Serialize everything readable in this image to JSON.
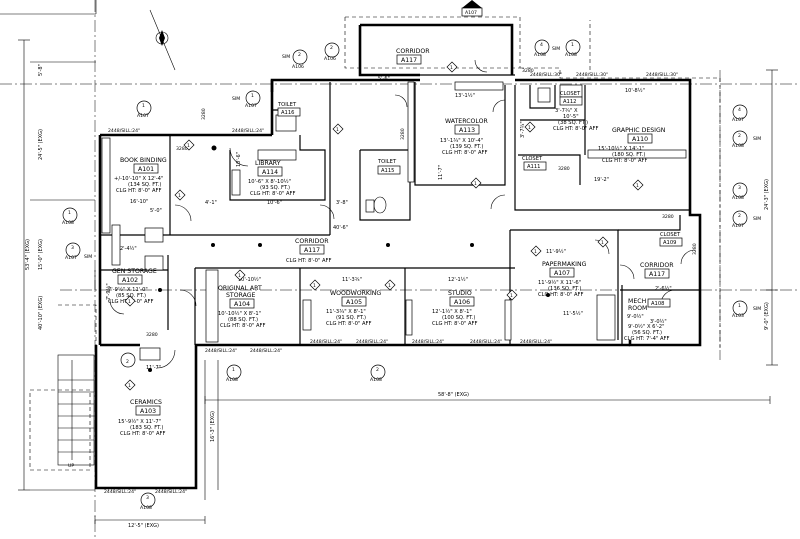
{
  "rooms": [
    {
      "id": "corridor-top",
      "name": "CORRIDOR",
      "num": "A117"
    },
    {
      "id": "book-binding",
      "name": "BOOK BINDING",
      "num": "A101",
      "lines": [
        "+/-10'-10\" X 12'-4\"",
        "(134 SQ. FT.)",
        "CLG HT: 8'-0\" AFF"
      ]
    },
    {
      "id": "library",
      "name": "LIBRARY",
      "num": "A114",
      "lines": [
        "10'-6\" X 8'-10½\"",
        "(93 SQ. FT.)",
        "CLG HT: 8'-0\" AFF"
      ]
    },
    {
      "id": "toilet-1",
      "name": "TOILET",
      "num": "A116"
    },
    {
      "id": "toilet-2",
      "name": "TOILET",
      "num": "A115"
    },
    {
      "id": "watercolor",
      "name": "WATERCOLOR",
      "num": "A113",
      "lines": [
        "13'-1¾\" X 10'-4\"",
        "(139 SQ. FT.)",
        "CLG HT: 8'-0\" AFF"
      ]
    },
    {
      "id": "closet-1",
      "name": "CLOSET",
      "num": "A112",
      "lines": [
        "3'-7¾\" X",
        "10'-5\"",
        "(38 SQ. FT.)",
        "CLG HT: 8'-0\" AFF"
      ]
    },
    {
      "id": "graphic-design",
      "name": "GRAPHIC DESIGN",
      "num": "A110",
      "lines": [
        "15'-10½\" X 14'-1\"",
        "(180 SQ. FT.)",
        "CLG HT: 8'-0\" AFF"
      ]
    },
    {
      "id": "closet-2",
      "name": "CLOSET",
      "num": "A111"
    },
    {
      "id": "corridor-mid",
      "name": "CORRIDOR",
      "num": "A117",
      "lines": [
        "CLG HT: 8'-0\" AFF"
      ]
    },
    {
      "id": "closet-3",
      "name": "CLOSET",
      "num": "A109"
    },
    {
      "id": "gen-storage",
      "name": "GEN STORAGE",
      "num": "A102",
      "lines": [
        "7'-9½\" X 11'-0\"",
        "(85 SQ. FT.)",
        "CLG HT: 8'-0\" AFF"
      ]
    },
    {
      "id": "original-art",
      "name": "ORIGINAL ART",
      "name2": "STORAGE",
      "num": "A104",
      "lines": [
        "10'-10½\" X 8'-1\"",
        "(88 SQ. FT.)",
        "CLG HT: 8'-0\" AFF"
      ]
    },
    {
      "id": "woodworking",
      "name": "WOODWORKING",
      "num": "A105",
      "lines": [
        "11'-3¾\" X 8'-1\"",
        "(91 SQ. FT.)",
        "CLG HT: 8'-0\" AFF"
      ]
    },
    {
      "id": "studio",
      "name": "STUDIO",
      "num": "A106",
      "lines": [
        "12'-1½\" X 8'-1\"",
        "(100 SQ. FT.)",
        "CLG HT: 8'-0\" AFF"
      ]
    },
    {
      "id": "papermaking",
      "name": "PAPERMAKING",
      "num": "A107",
      "lines": [
        "11'-9½\" X 11'-6\"",
        "(136 SQ. FT.)",
        "CLG HT: 8'-0\" AFF"
      ]
    },
    {
      "id": "corridor-right",
      "name": "CORRIDOR",
      "num": "A117"
    },
    {
      "id": "mech-room",
      "name": "MECH",
      "name2": "ROOM",
      "num": "A108",
      "lines": [
        "9'-0½\" X 6'-2\"",
        "(56 SQ. FT.)",
        "CLG HT: 7'-4\" AFF"
      ]
    },
    {
      "id": "ceramics",
      "name": "CERAMICS",
      "num": "A103",
      "lines": [
        "15'-9½\" X 11'-7\"",
        "(183 SQ. FT.)",
        "CLG HT: 8'-0\" AFF"
      ]
    }
  ],
  "dimensions": {
    "d1": "5'-6\"",
    "d2": "13'-1½\"",
    "d3": "10'-8½\"",
    "d4": "10'-6\"",
    "d5": "16'-10\"",
    "d6": "3'-8\"",
    "d7": "4'-1\"",
    "d8": "5'-0\"",
    "d9": "19'-2\"",
    "d10": "40'-6\"",
    "d11": "11'-7\"",
    "d12": "10'-10½\"",
    "d13": "11'-3¾\"",
    "d14": "12'-1½\"",
    "d15": "11'-9½\"",
    "d16": "11'-5½\"",
    "d17": "9'-0½\"",
    "d18": "58'-8\" (EXG)",
    "d19": "12'-5\" (EXG)",
    "d20": "16'-3\" (EXG)",
    "d21": "53'-4\" (EXG)",
    "d22": "40'-10\" (EXG)",
    "d23": "24'-5\" (EXG)",
    "d24": "15'-0\" (EXG)",
    "d25": "5'-8\"",
    "d26": "9'-0\" (EXG)",
    "d27": "24'-3\" (EXG)",
    "d28": "11'-7\"",
    "d29": "3'-7¾\"",
    "d30": "7'-9½\"",
    "d31": "10'-6\"",
    "d32": "2'-6½\"",
    "d33": "3'-0½\"",
    "d34": "2'-4½\""
  },
  "windows": {
    "w1": "2448/SILL:24\"",
    "w2": "2448/SILL:24\"",
    "w3": "2448/SILL:30\"",
    "w4": "2448/SILL:30\"",
    "w5": "2448/SILL:30\"",
    "w6": "2448/SILL:24\"",
    "w7": "2448/SILL:24\"",
    "w8": "2448/SILL:24\"",
    "w9": "2448/SILL:24\"",
    "w10": "2448/SILL:24\"",
    "w11": "2448/SILL:24\"",
    "w12": "2448/SILL:24\"",
    "w13": "2448/SILL:24\"",
    "w14": "2448/SILL:24\""
  },
  "doors": [
    "3280",
    "3280",
    "3280",
    "3280",
    "3280",
    "3280",
    "3280",
    "3280"
  ],
  "sections": [
    {
      "n": "1",
      "s": "A107"
    },
    {
      "n": "2",
      "s": "A106"
    },
    {
      "n": "2",
      "s": "A106"
    },
    {
      "n": "4",
      "s": "A108"
    },
    {
      "n": "1",
      "s": "A108"
    },
    {
      "n": "1",
      "s": "A107"
    },
    {
      "n": "1",
      "s": "A107"
    },
    {
      "n": "1",
      "s": "A108"
    },
    {
      "n": "3",
      "s": "A107"
    },
    {
      "n": "4",
      "s": "A107"
    },
    {
      "n": "2",
      "s": "A108"
    },
    {
      "n": "3",
      "s": "A108"
    },
    {
      "n": "2",
      "s": "A107"
    },
    {
      "n": "1",
      "s": "A103"
    },
    {
      "n": "1",
      "s": "A108"
    },
    {
      "n": "2",
      "s": "A108"
    },
    {
      "n": "3",
      "s": "A108"
    },
    {
      "n": "3",
      "s": "A108"
    }
  ],
  "sim": "SIM",
  "up": "UP",
  "keynote": "1",
  "keynote2": "2"
}
